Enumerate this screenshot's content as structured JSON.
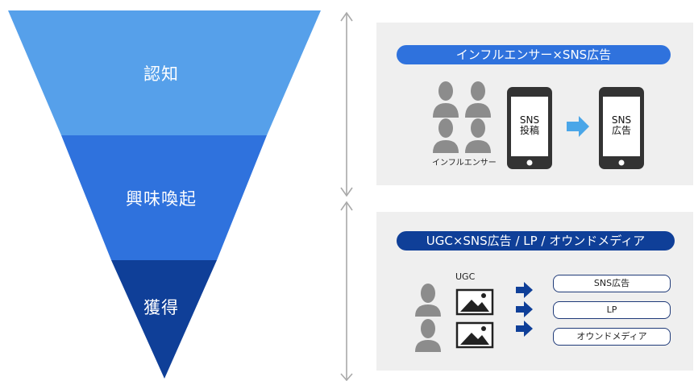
{
  "funnel": {
    "stages": [
      {
        "label": "認知",
        "color": "#56a0ea"
      },
      {
        "label": "興味喚起",
        "color": "#2f72dd"
      },
      {
        "label": "獲得",
        "color": "#0f3f98"
      }
    ]
  },
  "top_panel": {
    "title": "インフルエンサー×SNS広告",
    "title_color": "#2f72dd",
    "influencer_caption": "インフルエンサー",
    "phone1_text": [
      "SNS",
      "投稿"
    ],
    "phone2_text": [
      "SNS",
      "広告"
    ]
  },
  "bottom_panel": {
    "title": "UGC×SNS広告 / LP / オウンドメディア",
    "title_color": "#0f3f98",
    "ugc_label": "UGC",
    "outputs": [
      "SNS広告",
      "LP",
      "オウンドメディア"
    ]
  },
  "colors": {
    "arrow_blue": "#4aa6e8",
    "dark_arrow": "#0f3f98",
    "bracket_gray": "#a9a9a9",
    "icon_gray": "#8c8c8c",
    "panel_bg": "#efefef"
  }
}
